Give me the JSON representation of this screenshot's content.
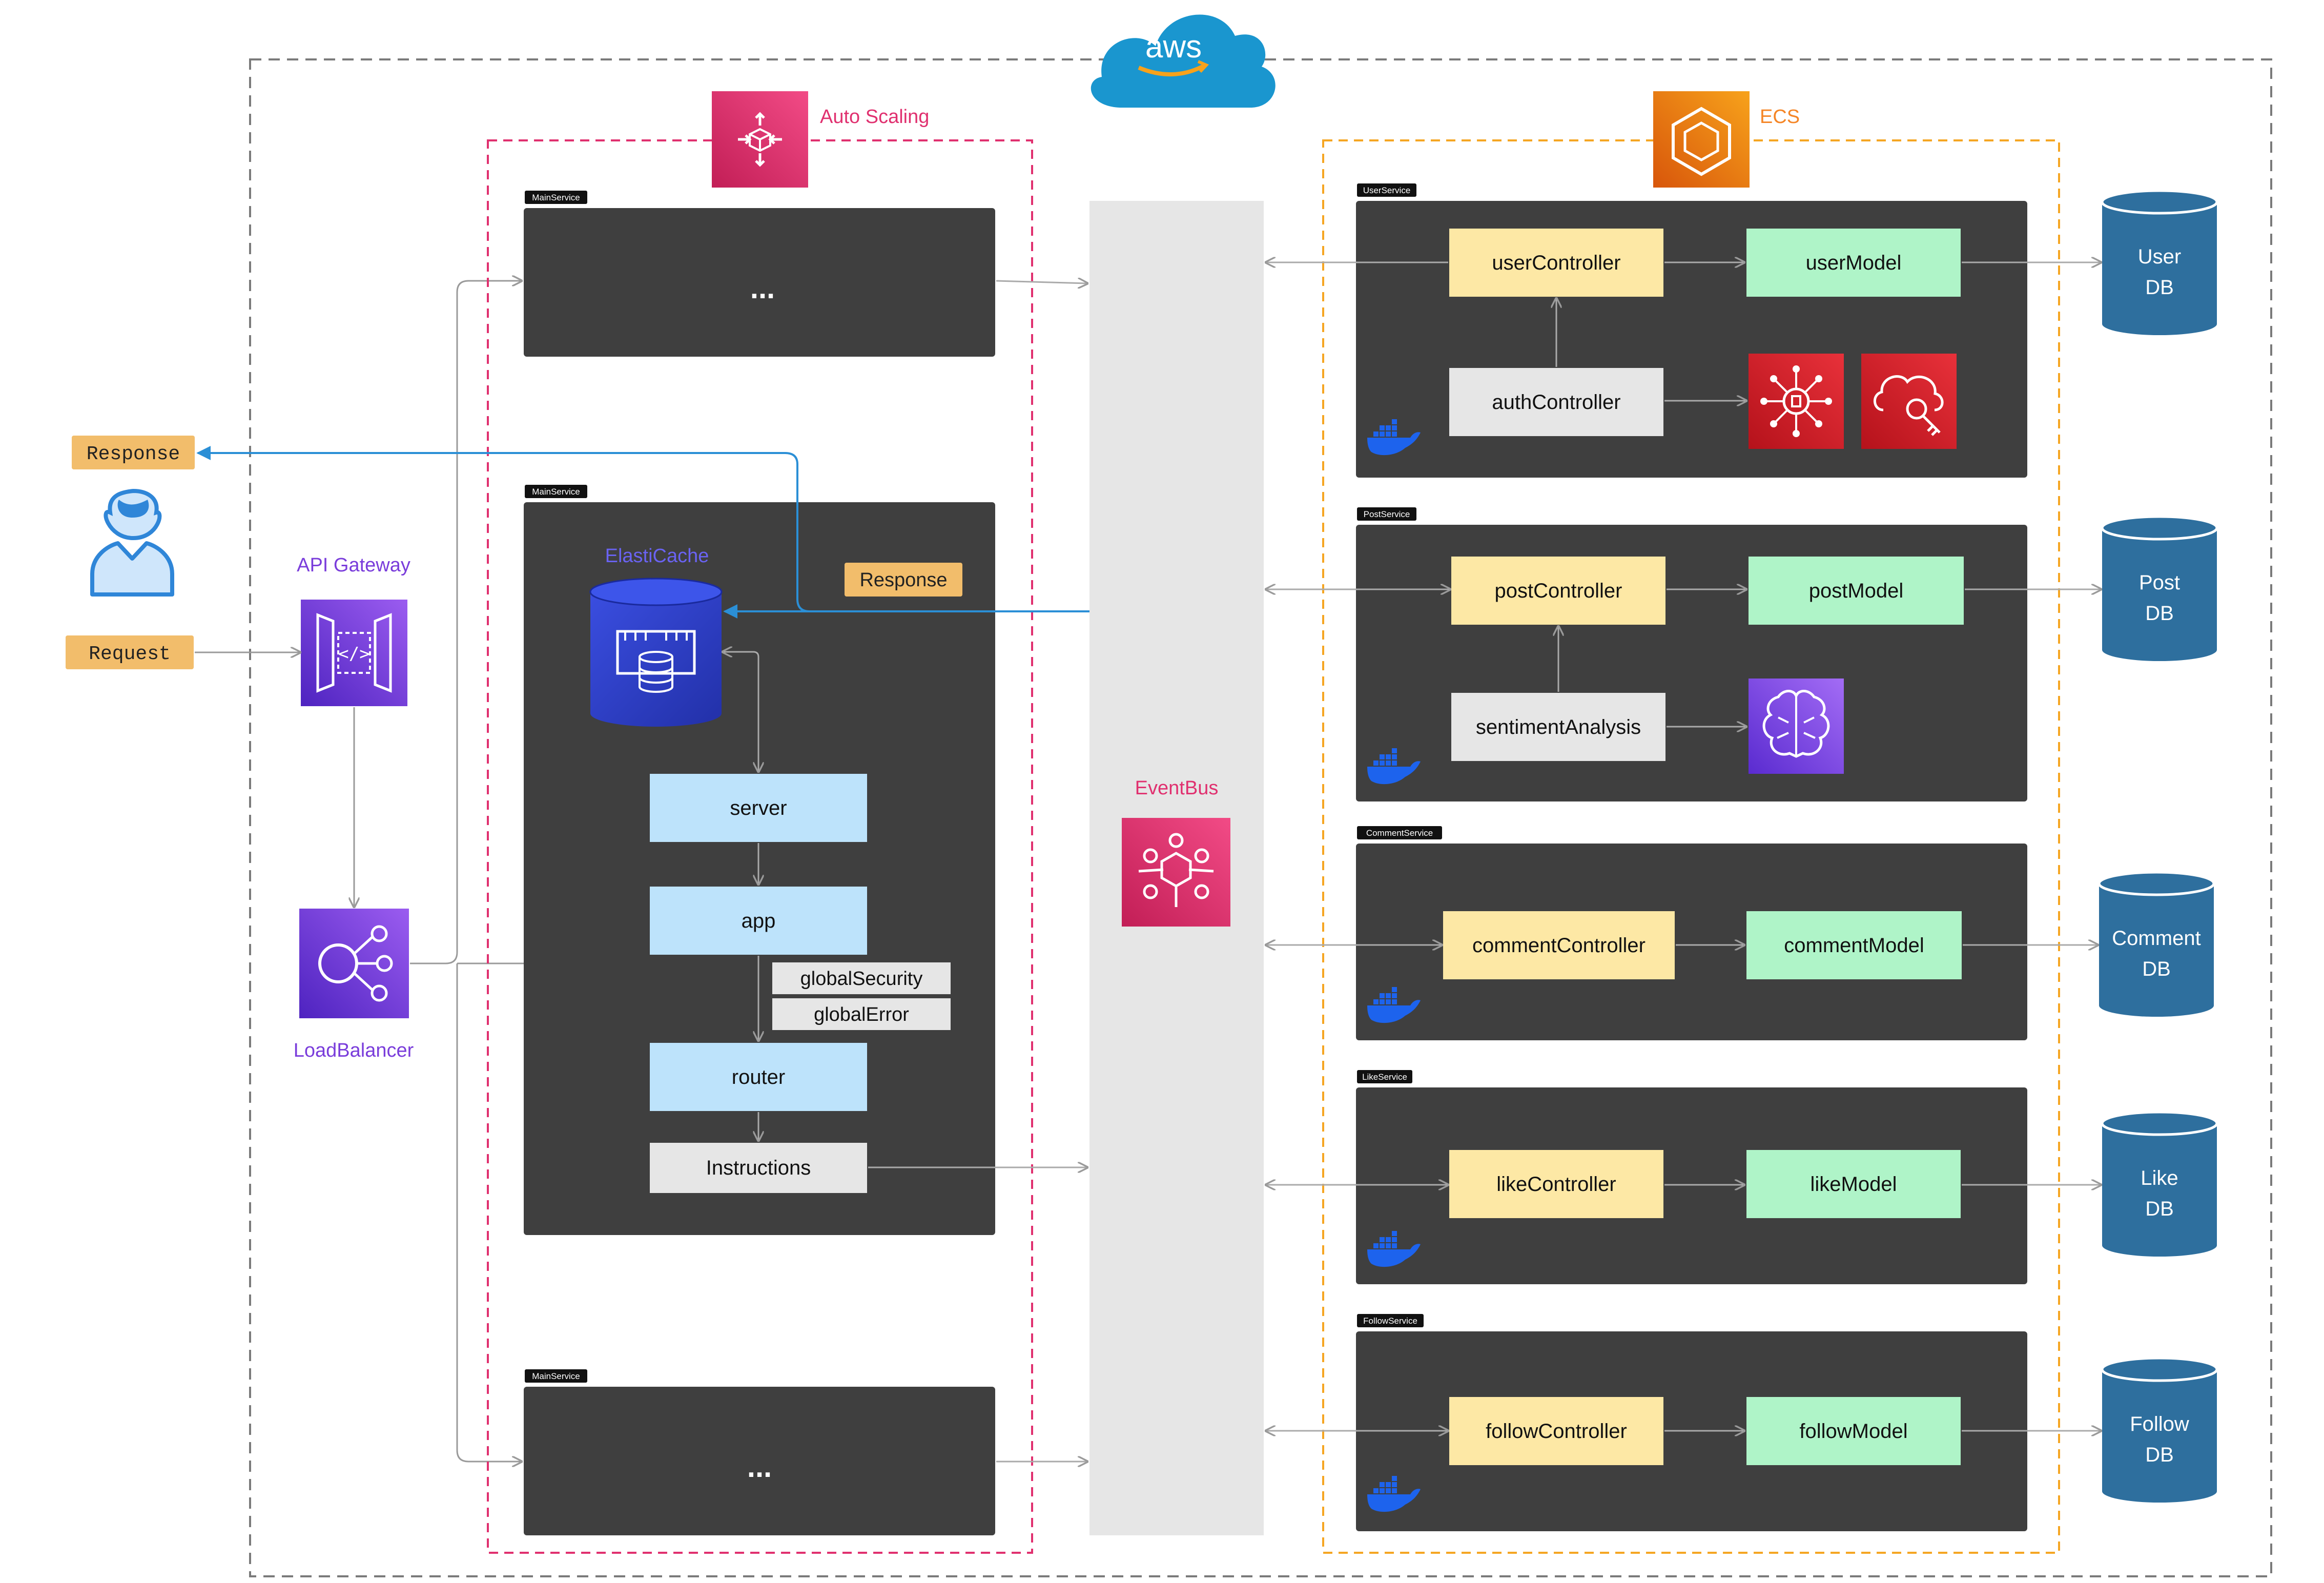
{
  "cloud": {
    "label": "aws"
  },
  "client": {
    "response_label": "Response",
    "request_label": "Request"
  },
  "api_gateway": {
    "label": "API Gateway"
  },
  "load_balancer": {
    "label": "LoadBalancer"
  },
  "autoscaling": {
    "label": "Auto Scaling"
  },
  "main_services": {
    "tag": "MainService",
    "ellipsis": "...",
    "elasticache_label": "ElastiCache",
    "response_label": "Response",
    "server": "server",
    "app": "app",
    "global_security": "globalSecurity",
    "global_error": "globalError",
    "router": "router",
    "instructions": "Instructions"
  },
  "eventbus": {
    "label": "EventBus"
  },
  "ecs": {
    "label": "ECS"
  },
  "services": [
    {
      "tag": "UserService",
      "controller": "userController",
      "model": "userModel",
      "extra": "authController",
      "db_line1": "User",
      "db_line2": "DB"
    },
    {
      "tag": "PostService",
      "controller": "postController",
      "model": "postModel",
      "extra": "sentimentAnalysis",
      "db_line1": "Post",
      "db_line2": "DB"
    },
    {
      "tag": "CommentService",
      "controller": "commentController",
      "model": "commentModel",
      "db_line1": "Comment",
      "db_line2": "DB"
    },
    {
      "tag": "LikeService",
      "controller": "likeController",
      "model": "likeModel",
      "db_line1": "Like",
      "db_line2": "DB"
    },
    {
      "tag": "FollowService",
      "controller": "followController",
      "model": "followModel",
      "db_line1": "Follow",
      "db_line2": "DB"
    }
  ],
  "colors": {
    "panel": "#3f3f3f",
    "controller": "#fde8a5",
    "model": "#aff4c8",
    "neutral": "#e6e6e6",
    "inner_blue": "#bde3fb",
    "orange_tag": "#f2bd6b",
    "db_blue": "#2e6f9e",
    "aws_purple": "#7a3ddb",
    "aws_pink": "#e0306f",
    "aws_orange": "#f58525",
    "aws_red": "#d81d26",
    "eventbus_bar": "#e6e6e6",
    "arrow_blue": "#2b8fd6"
  }
}
